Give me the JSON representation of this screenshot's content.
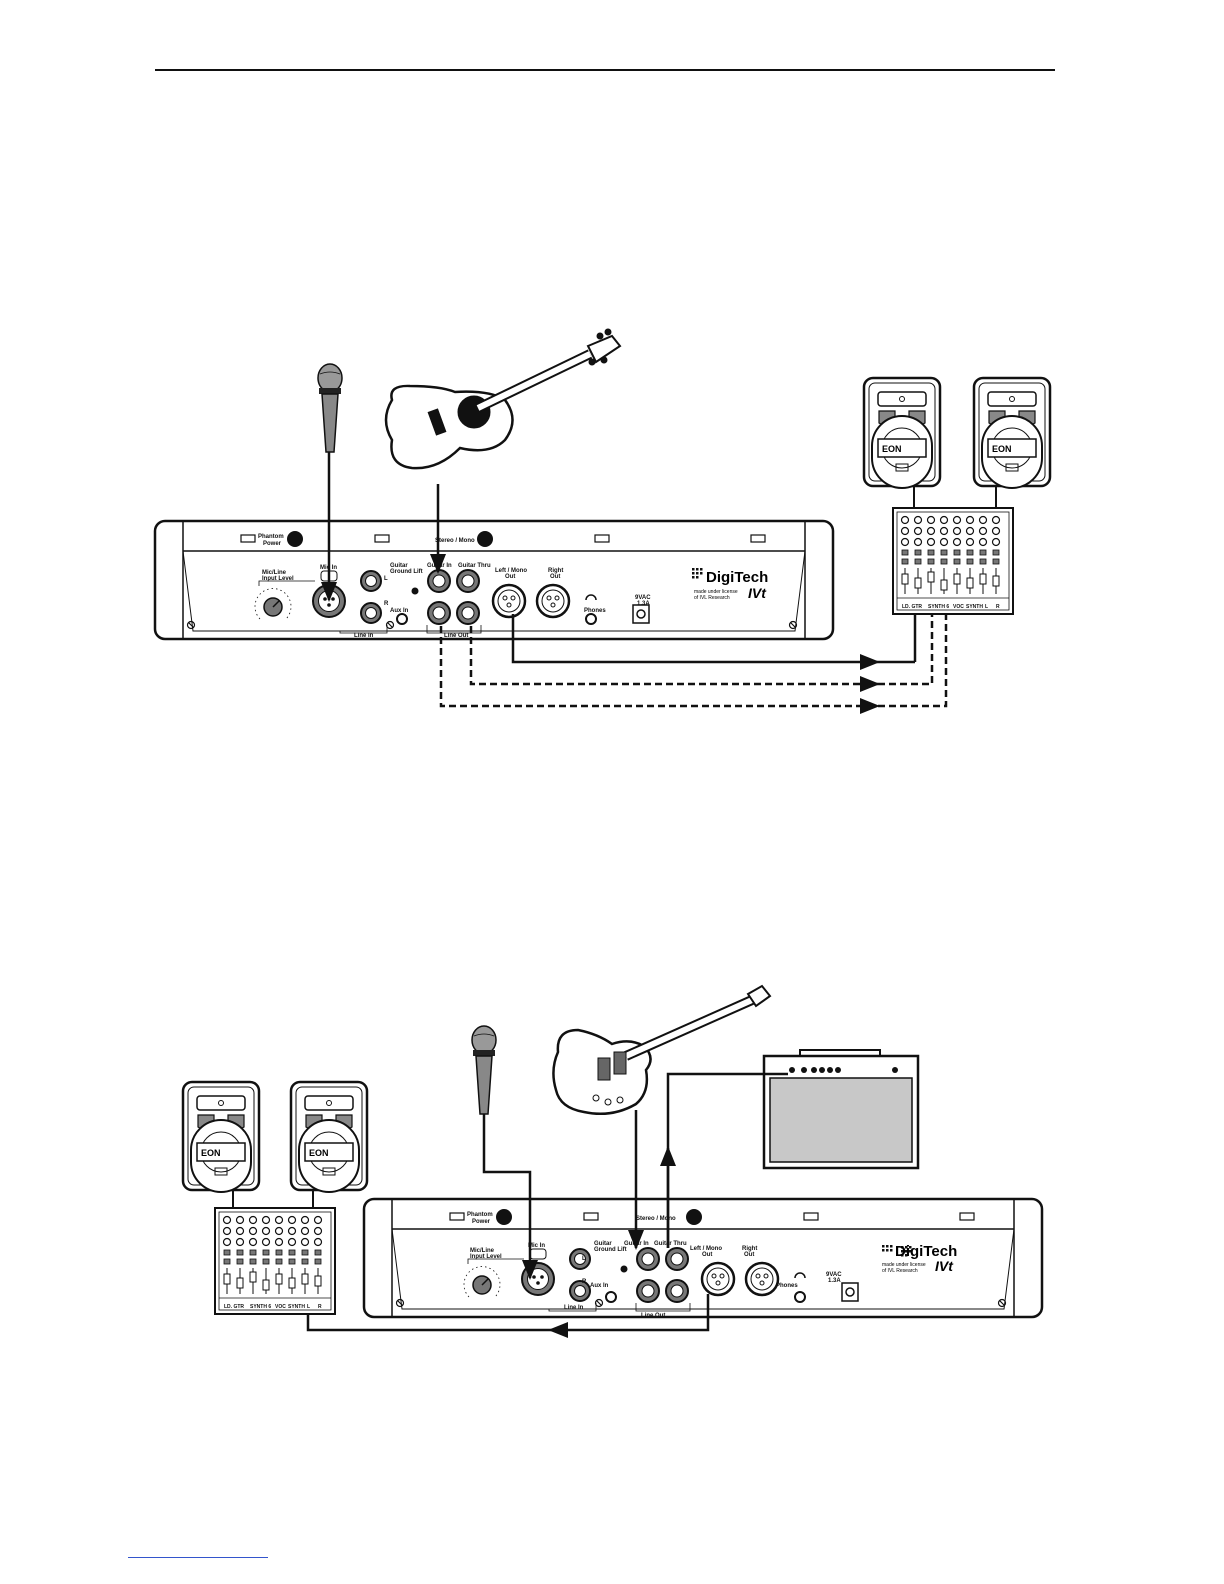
{
  "device": {
    "phantom_label": [
      "Phantom",
      "Power"
    ],
    "stereo_mono_label": "Stereo / Mono",
    "mic_in_label": "Mic In",
    "mic_line_label": [
      "Mic/Line",
      "Input Level"
    ],
    "line_in_label": "Line In",
    "aux_in_label": "Aux In",
    "guitar_ground_lift_label": [
      "Guitar",
      "Ground Lift"
    ],
    "guitar_in_label": "Guitar In",
    "guitar_thru_label": "Guitar Thru",
    "left_mono_label": [
      "Left / Mono",
      "Out"
    ],
    "right_out_label": [
      "Right",
      "Out"
    ],
    "line_out_label": "Line Out",
    "phones_label": "Phones",
    "power_label": [
      "9VAC",
      "1.3A"
    ],
    "brand": "DigiTech",
    "model": "IVt",
    "tm_text": [
      "made under license",
      "of IVL Research"
    ],
    "l_label": "L",
    "r_label": "R"
  },
  "speaker": {
    "logo": "EON"
  },
  "mixer": {
    "channels": [
      "LD. GTR",
      "SYNTH 6",
      "VOC",
      "SYNTH",
      "L",
      "R"
    ]
  },
  "colors": {
    "ink": "#111111",
    "panel": "#ffffff",
    "grey": "#8a8a8a",
    "light_grey": "#cfcfcf"
  }
}
